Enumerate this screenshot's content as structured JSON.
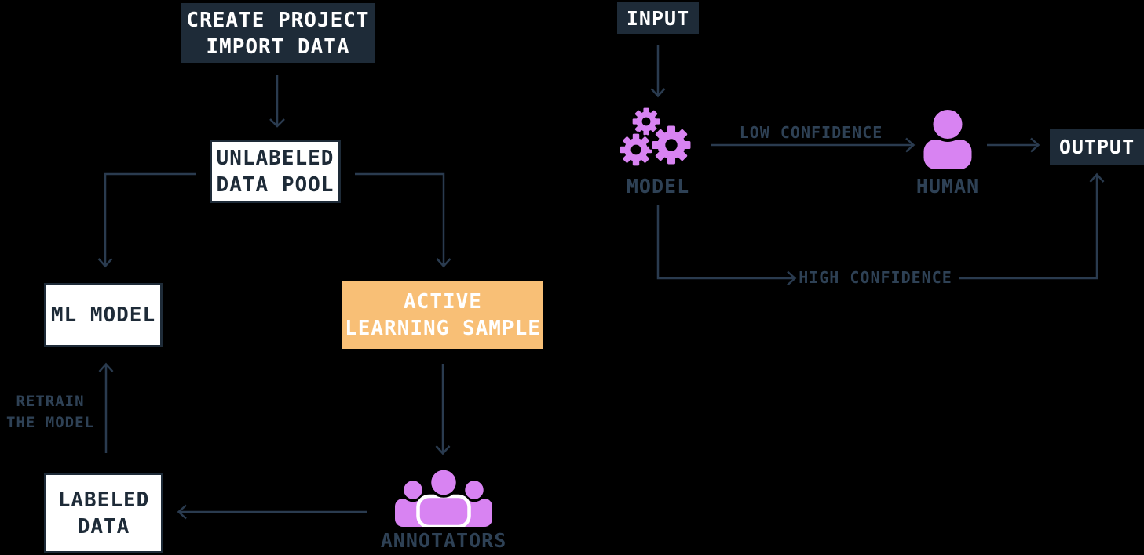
{
  "diagram": {
    "title": "Active learning / human-in-the-loop workflow diagram",
    "colors": {
      "background": "#000000",
      "dark_box": "#1e2b38",
      "white_box": "#ffffff",
      "accent_orange": "#f8bf76",
      "accent_purple": "#d883f2",
      "connector_line": "#2a3b4f",
      "dim_label": "#2e4155",
      "light_text": "#ffffff"
    },
    "left_flow": {
      "create_project": {
        "line1": "CREATE PROJECT",
        "line2": "IMPORT DATA"
      },
      "unlabeled_pool": {
        "line1": "UNLABELED",
        "line2": "DATA POOL"
      },
      "ml_model": {
        "label": "ML MODEL"
      },
      "active_learning_sample": {
        "line1": "ACTIVE",
        "line2": "LEARNING SAMPLE"
      },
      "retrain": {
        "line1": "RETRAIN",
        "line2": "THE MODEL"
      },
      "labeled_data": {
        "line1": "LABELED",
        "line2": "DATA"
      },
      "annotators": {
        "label": "ANNOTATORS",
        "icon": "annotators-group-icon"
      }
    },
    "right_flow": {
      "input": {
        "label": "INPUT"
      },
      "model": {
        "label": "MODEL",
        "icon": "gears-icon"
      },
      "human": {
        "label": "HUMAN",
        "icon": "person-icon"
      },
      "output": {
        "label": "OUTPUT"
      },
      "low_confidence_label": "LOW CONFIDENCE",
      "high_confidence_label": "HIGH CONFIDENCE"
    }
  }
}
